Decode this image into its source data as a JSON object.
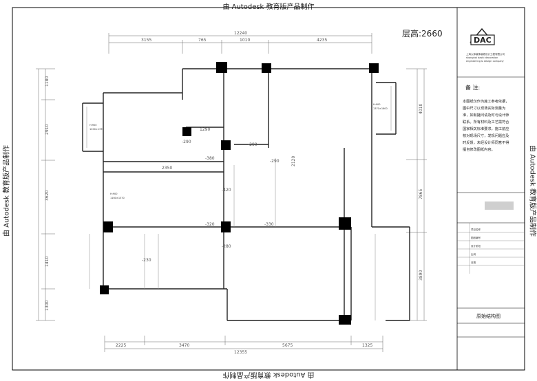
{
  "watermark": "由 Autodesk 教育版产品制作",
  "floor_height": "层高:2660",
  "title_block": {
    "logo": "DAC",
    "company_lines": [
      "上海大师装饰装修设计工程有限公司",
      "shanghai dashi decoration",
      "engineering & design company"
    ],
    "notes_title": "备 注:",
    "notes_text": "本图纸仅作为施工参考依据，图中尺寸以现场实际测量为准，如有疑问请及时与设计师联系。所有材料及工艺需符合国家相关标准要求，施工前应核对现场尺寸，发现问题应及时反馈，未经设计师同意不得擅自修改图纸内容。",
    "sheet_name": "原始结构图",
    "info_rows": [
      "项目名称",
      "图纸编号",
      "设计阶段",
      "比例",
      "日期"
    ]
  },
  "dimensions": {
    "top_total": "12240",
    "top_segments": [
      "3155",
      "765",
      "1010",
      "4235"
    ],
    "bottom_total": "12355",
    "bottom_segments": [
      "2225",
      "3470",
      "5675",
      "1325"
    ],
    "left_segments": [
      "1180",
      "2910",
      "3620",
      "1410",
      "1300"
    ],
    "right_segments": [
      "4010",
      "7865",
      "3890"
    ]
  },
  "beam_labels": [
    "-290",
    "-290",
    "-290",
    "-380",
    "-420",
    "-320",
    "-330",
    "-280",
    "-230"
  ],
  "room_dims": [
    "1290",
    "2350",
    "2120"
  ],
  "windows": [
    {
      "size": "1200×1370",
      "height": "H:900"
    },
    {
      "size": "1370×1600",
      "height": "H:900"
    },
    {
      "size": "1160×1370",
      "height": "H:900"
    }
  ]
}
